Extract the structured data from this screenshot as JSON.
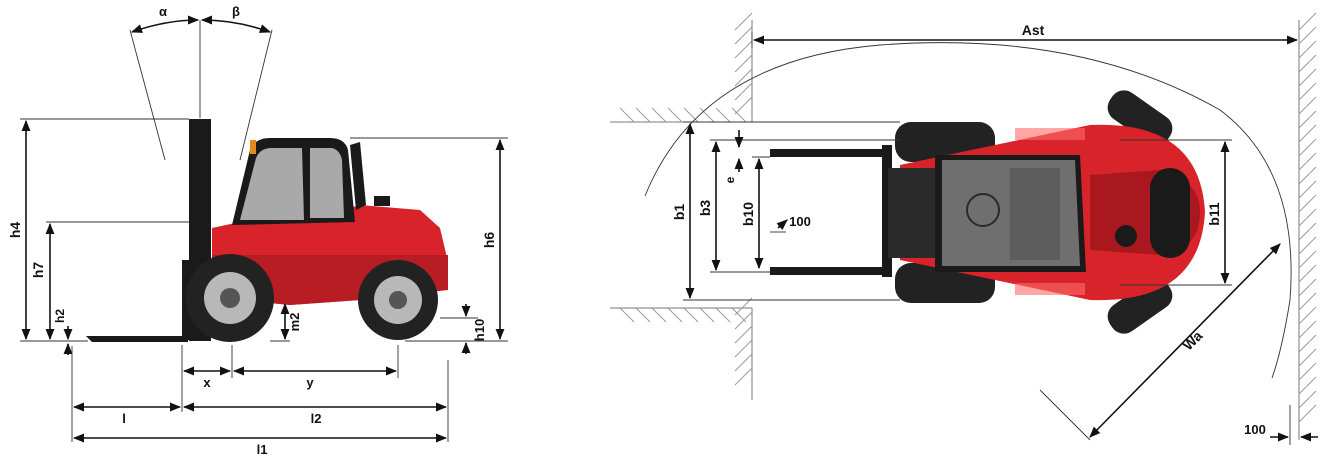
{
  "side_view": {
    "labels": {
      "alpha": "α",
      "beta": "β",
      "h4": "h4",
      "h7": "h7",
      "h2": "h2",
      "m2": "m2",
      "h6": "h6",
      "h10": "h10",
      "x": "x",
      "y": "y",
      "l": "l",
      "l2": "l2",
      "l1": "l1"
    }
  },
  "top_view": {
    "labels": {
      "ast": "Ast",
      "b1": "b1",
      "b3": "b3",
      "e": "e",
      "b10": "b10",
      "fork_100": "100",
      "b11": "b11",
      "wa": "Wa",
      "clearance_100": "100"
    }
  },
  "colors": {
    "body_red": "#d8232a",
    "dark_red": "#a8181e",
    "tyre_black": "#222222",
    "glass_grey": "#a9a9a9",
    "mast_black": "#1a1a1a"
  }
}
